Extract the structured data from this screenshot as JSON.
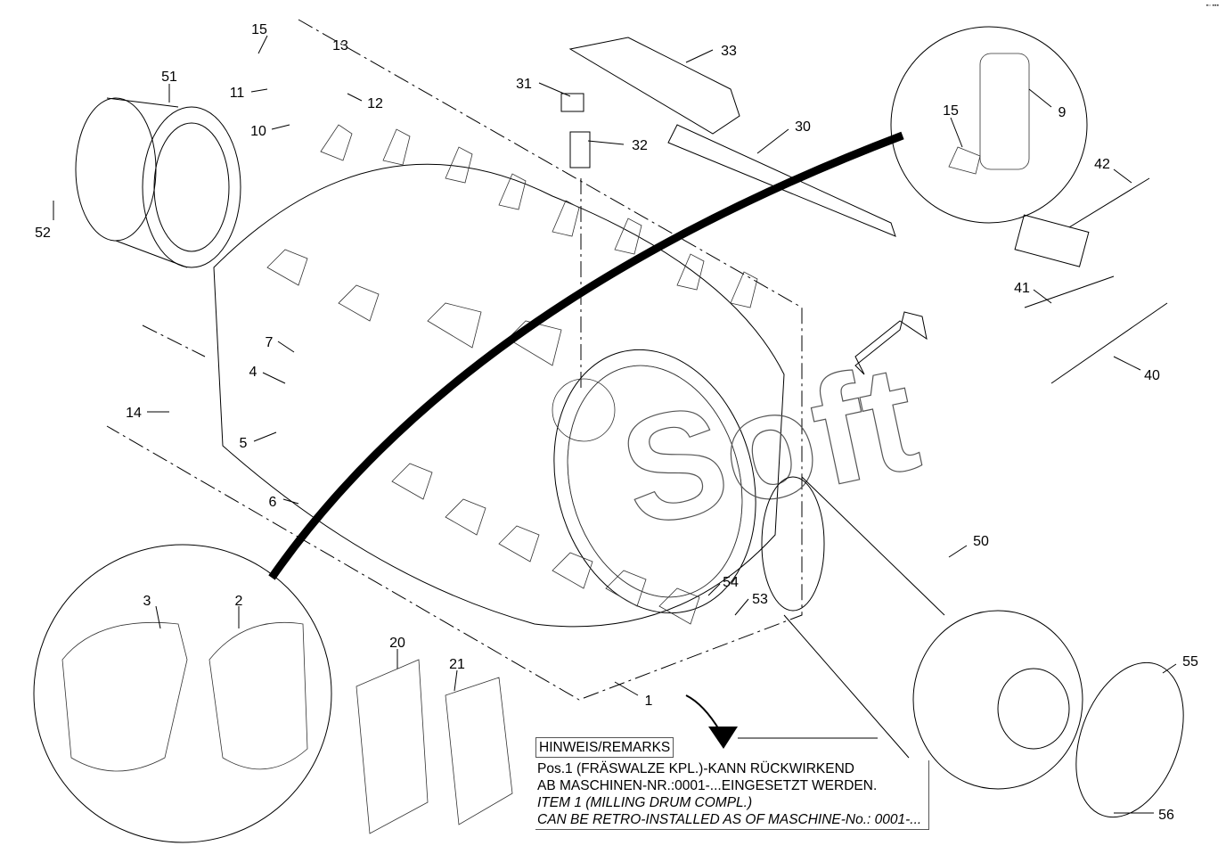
{
  "diagram": {
    "watermark": "Soft",
    "labels": [
      "15",
      "13",
      "11",
      "12",
      "10",
      "51",
      "52",
      "31",
      "33",
      "32",
      "30",
      "15",
      "9",
      "42",
      "41",
      "40",
      "7",
      "4",
      "14",
      "5",
      "6",
      "50",
      "54",
      "53",
      "3",
      "2",
      "20",
      "21",
      "1",
      "55",
      "56"
    ],
    "remarks": {
      "heading": "HINWEIS/REMARKS",
      "lines": [
        "Pos.1 (FRÄSWALZE KPL.)-KANN RÜCKWIRKEND",
        "AB MASCHINEN-NR.:0001-...EINGESETZT WERDEN.",
        "ITEM 1 (MILLING DRUM COMPL.)",
        "CAN BE RETRO-INSTALLED AS OF MASCHINE-No.: 0001-..."
      ]
    }
  }
}
